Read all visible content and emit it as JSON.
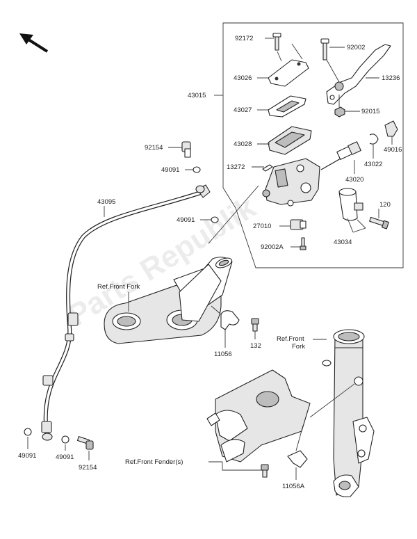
{
  "labels": {
    "p92172": "92172",
    "p92002": "92002",
    "p43026": "43026",
    "p13236": "13236",
    "p43015": "43015",
    "p43027": "43027",
    "p92015": "92015",
    "p43028": "43028",
    "p49016": "49016",
    "p43022": "43022",
    "p13272": "13272",
    "p43020": "43020",
    "p92154a": "92154",
    "p49091a": "49091",
    "p43095": "43095",
    "p49091b": "49091",
    "p27010": "27010",
    "p120": "120",
    "p92002a": "92002A",
    "p43034": "43034",
    "ref_front_fork_1": "Ref.Front Fork",
    "p11056": "11056",
    "p132": "132",
    "ref_front_fork_2a": "Ref.Front",
    "ref_front_fork_2b": "Fork",
    "p49091c": "49091",
    "p49091d": "49091",
    "p92154b": "92154",
    "ref_front_fender": "Ref.Front Fender(s)",
    "p11056a": "11056A"
  },
  "watermark": "Parts Republik",
  "icons": {
    "direction_arrow": "arrow-up-left-icon"
  }
}
